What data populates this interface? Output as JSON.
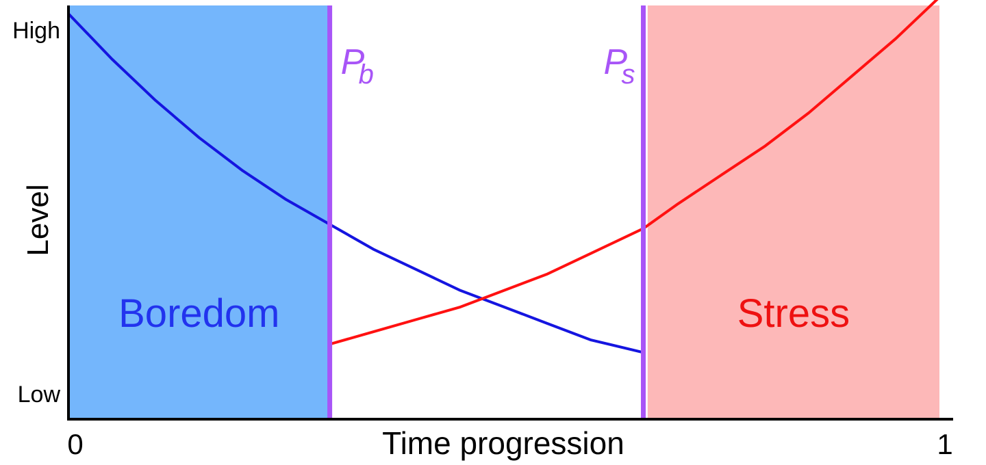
{
  "chart_data": {
    "type": "line",
    "title": "",
    "xlabel": "Time progression",
    "ylabel": "Level",
    "xlim": [
      0,
      1
    ],
    "ylim": [
      0,
      1
    ],
    "x_ticks": [
      {
        "value": 0,
        "label": "0"
      },
      {
        "value": 1,
        "label": "1"
      }
    ],
    "y_ticks": [
      {
        "value": 0.06,
        "label": "Low"
      },
      {
        "value": 0.94,
        "label": "High"
      }
    ],
    "grid": false,
    "markers": [
      {
        "name": "P",
        "subscript": "b",
        "x": 0.3,
        "color": "#a855f7"
      },
      {
        "name": "P",
        "subscript": "s",
        "x": 0.66,
        "color": "#a855f7"
      }
    ],
    "regions": [
      {
        "label": "Boredom",
        "x_start": 0,
        "x_end": 0.3,
        "fill": "#74b6fc",
        "text_color": "#2233ee"
      },
      {
        "label": "Stress",
        "x_start": 0.665,
        "x_end": 1,
        "fill": "#fdb8b8",
        "text_color": "#ee1111"
      }
    ],
    "series": [
      {
        "color": "#1515e0",
        "x": [
          0,
          0.05,
          0.1,
          0.15,
          0.2,
          0.25,
          0.3,
          0.35,
          0.4,
          0.45,
          0.5,
          0.55,
          0.6,
          0.66
        ],
        "y": [
          0.98,
          0.87,
          0.77,
          0.68,
          0.6,
          0.53,
          0.47,
          0.41,
          0.36,
          0.31,
          0.27,
          0.23,
          0.19,
          0.16
        ]
      },
      {
        "color": "#ff1111",
        "x": [
          0.3,
          0.35,
          0.4,
          0.45,
          0.5,
          0.55,
          0.6,
          0.66,
          0.7,
          0.75,
          0.8,
          0.85,
          0.9,
          0.95,
          1.0
        ],
        "y": [
          0.18,
          0.21,
          0.24,
          0.27,
          0.31,
          0.35,
          0.4,
          0.46,
          0.52,
          0.59,
          0.66,
          0.74,
          0.83,
          0.92,
          1.02
        ]
      }
    ]
  }
}
